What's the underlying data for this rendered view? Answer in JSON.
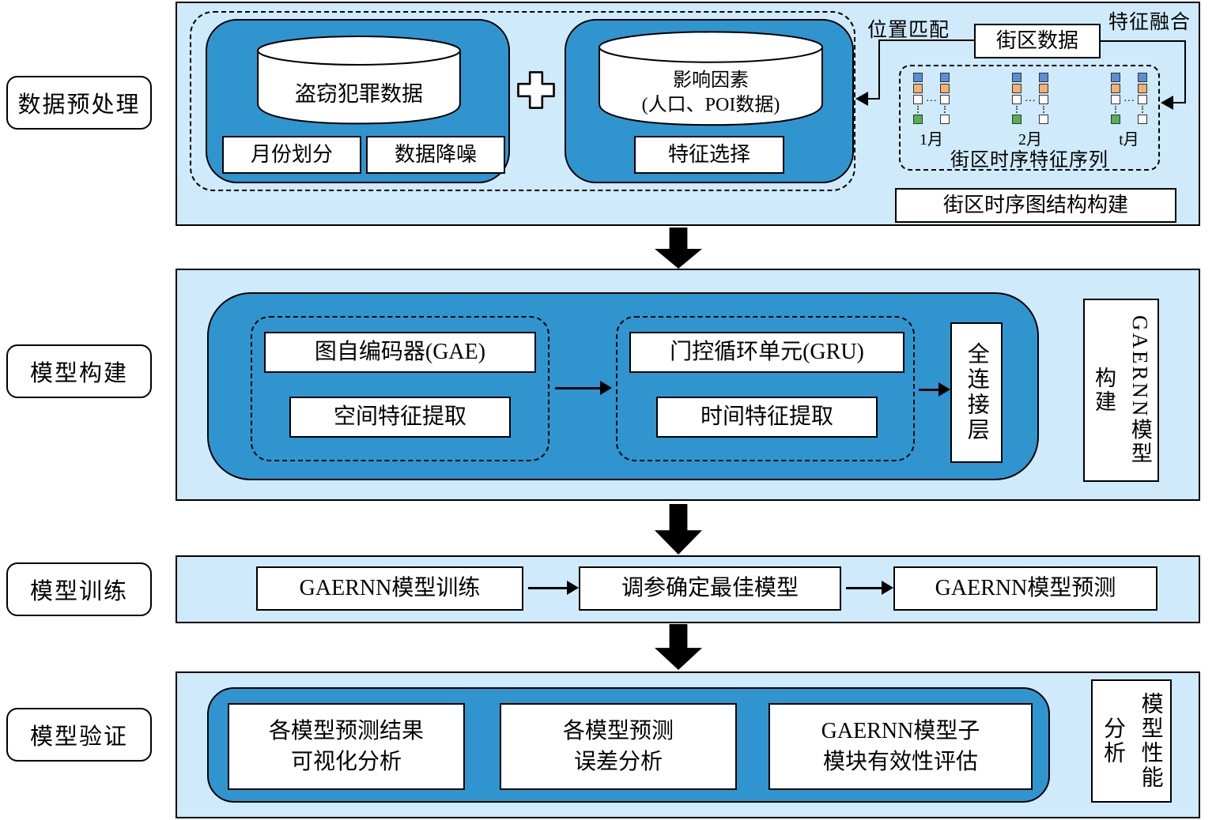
{
  "colors": {
    "panel_bg": "#cfeafb",
    "block_blue": "#3095cf",
    "square_blue": "#5b8ed6",
    "square_orange": "#f2b071",
    "square_green": "#55b054"
  },
  "stage_labels": {
    "preprocessing": "数据预处理",
    "construction": "模型构建",
    "training": "模型训练",
    "validation": "模型验证"
  },
  "preprocessing": {
    "crime_db": "盗窃犯罪数据",
    "month_split": "月份划分",
    "denoise": "数据降噪",
    "factors_db": "影响因素\n(人口、POI数据)",
    "feature_select": "特征选择",
    "position_match": "位置匹配",
    "block_data": "街区数据",
    "feature_fusion": "特征融合",
    "months": [
      "1月",
      "2月",
      "t月"
    ],
    "dots": "…",
    "sequence_label": "街区时序特征序列",
    "graph_build": "街区时序图结构构建"
  },
  "construction": {
    "gae": "图自编码器(GAE)",
    "spatial": "空间特征提取",
    "gru": "门控循环单元(GRU)",
    "temporal": "时间特征提取",
    "fc_layer": "全连接层",
    "side_label": "GAERNN模型\n构建"
  },
  "training": {
    "train": "GAERNN模型训练",
    "tune": "调参确定最佳模型",
    "predict": "GAERNN模型预测"
  },
  "validation": {
    "visual_analysis": "各模型预测结果\n可视化分析",
    "error_analysis": "各模型预测\n误差分析",
    "module_eval": "GAERNN模型子\n模块有效性评估",
    "side_label": "模型性能\n分析"
  }
}
